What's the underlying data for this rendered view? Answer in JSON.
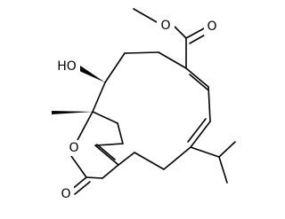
{
  "colors": {
    "bond": "#000000",
    "background": "#ffffff"
  },
  "labels": {
    "hydroxyl": "HO",
    "ester_ether_oxygen": "O",
    "ester_carbonyl_oxygen": "O",
    "lactone_ring_oxygen": "O",
    "lactone_carbonyl_oxygen": "O"
  }
}
